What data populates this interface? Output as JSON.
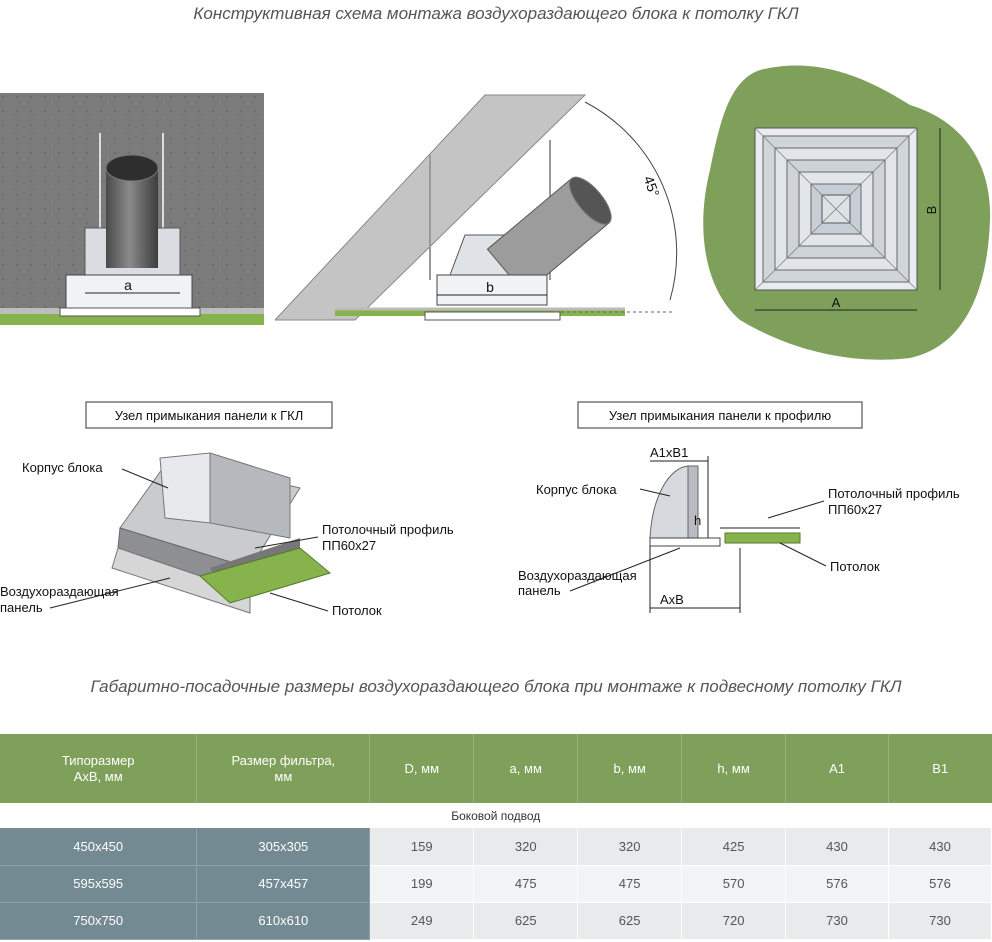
{
  "header": {
    "title": "Конструктивная схема монтажа воздухораздающего блока к потолку ГКЛ"
  },
  "figures": {
    "fig1": {
      "dim_label": "a"
    },
    "fig2": {
      "dim_label": "b",
      "angle_label": "45°"
    },
    "fig3": {
      "dim_a": "A",
      "dim_b": "B"
    }
  },
  "detail_left": {
    "title": "Узел примыкания панели к ГКЛ",
    "label_body": "Корпус блока",
    "label_profile_1": "Потолочный профиль",
    "label_profile_2": "ПП60х27",
    "label_panel_1": "Воздухораздающая",
    "label_panel_2": "панель",
    "label_ceiling": "Потолок"
  },
  "detail_right": {
    "title": "Узел примыкания панели к профилю",
    "label_a1b1": "А1хВ1",
    "label_body": "Корпус блока",
    "label_h": "h",
    "label_profile_1": "Потолочный профиль",
    "label_profile_2": "ПП60х27",
    "label_ceiling": "Потолок",
    "label_panel_1": "Воздухораздающая",
    "label_panel_2": "панель",
    "label_axb": "АхВ"
  },
  "section2": {
    "title": "Габаритно-посадочные размеры воздухораздающего блока при монтаже к подвесному потолку ГКЛ"
  },
  "table": {
    "headers": [
      "Типоразмер\nАхВ, мм",
      "Размер фильтра,\nмм",
      "D, мм",
      "a, мм",
      "b, мм",
      "h, мм",
      "A1",
      "B1"
    ],
    "subheader": "Боковой подвод",
    "rows": [
      [
        "450х450",
        "305х305",
        "159",
        "320",
        "320",
        "425",
        "430",
        "430"
      ],
      [
        "595х595",
        "457х457",
        "199",
        "475",
        "475",
        "570",
        "576",
        "576"
      ],
      [
        "750х750",
        "610х610",
        "249",
        "625",
        "625",
        "720",
        "730",
        "730"
      ]
    ]
  },
  "colors": {
    "accent_green": "#7ea05a",
    "table_dark": "#748a92",
    "concrete": "#c4c4c4"
  }
}
